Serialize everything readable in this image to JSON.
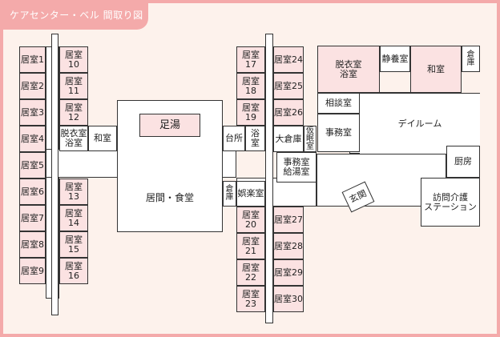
{
  "title": "ケアセンター・ベル 間取り図",
  "rooms": {
    "r1": "居室1",
    "r2": "居室2",
    "r3": "居室3",
    "r4": "居室4",
    "r5": "居室5",
    "r6": "居室6",
    "r7": "居室7",
    "r8": "居室8",
    "r9": "居室9",
    "r10": "居室10",
    "r11": "居室11",
    "r12": "居室12",
    "r13": "居室13",
    "r14": "居室14",
    "r15": "居室15",
    "r16": "居室16",
    "r17": "居室17",
    "r18": "居室18",
    "r19": "居室19",
    "r20": "居室20",
    "r21": "居室21",
    "r22": "居室22",
    "r23": "居室23",
    "r24": "居室24",
    "r25": "居室25",
    "r26": "居室26",
    "r27": "居室27",
    "r28": "居室28",
    "r29": "居室29",
    "r30": "居室30",
    "dressing_bath_a": "脱衣室\n浴室",
    "japanese_room_a": "和室",
    "foot_bath": "足湯",
    "living_dining": "居間・食堂",
    "kitchen": "台所",
    "bath_small": "浴\n室",
    "storage_small_a": "倉\n庫",
    "recreation": "娯楽室",
    "large_storage": "大倉庫",
    "nap_room": "仮\n眠\n室",
    "office_bath": "事務室\n給湯室",
    "dressing_bath_b": "脱衣室\n浴室",
    "quiet_room": "静養室",
    "japanese_room_b": "和室",
    "storage_small_b": "倉\n庫",
    "consultation": "相談室",
    "office": "事務室",
    "day_room": "デイルーム",
    "kitchen_b": "厨房",
    "entrance": "玄関",
    "visit_care": "訪問介護\nステーション"
  }
}
